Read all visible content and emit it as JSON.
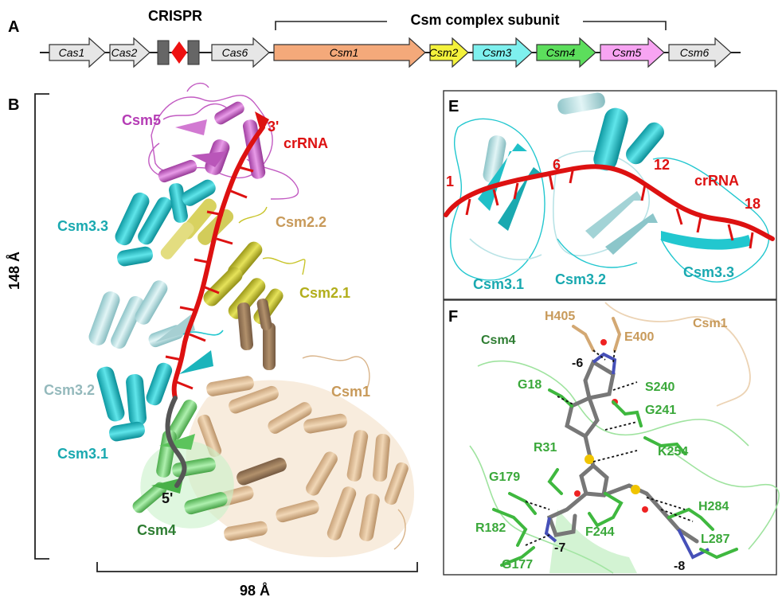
{
  "panels": {
    "a": "A",
    "b": "B",
    "e": "E",
    "f": "F"
  },
  "operon": {
    "crispr_label": "CRISPR",
    "csm_bracket_label": "Csm complex subunit",
    "genes": [
      {
        "name": "Cas1",
        "color": "#e6e6e6"
      },
      {
        "name": "Cas2",
        "color": "#e6e6e6"
      },
      {
        "name": "Cas6",
        "color": "#e6e6e6"
      },
      {
        "name": "Csm1",
        "color": "#f4a97a"
      },
      {
        "name": "Csm2",
        "color": "#f4f23c"
      },
      {
        "name": "Csm3",
        "color": "#7ef0ee"
      },
      {
        "name": "Csm4",
        "color": "#5cde5c"
      },
      {
        "name": "Csm5",
        "color": "#f7a4f2"
      },
      {
        "name": "Csm6",
        "color": "#e6e6e6"
      }
    ]
  },
  "panel_b": {
    "height_label": "148 Å",
    "width_label": "98 Å",
    "labels": {
      "csm5": "Csm5",
      "three_prime": "3'",
      "crrna": "crRNA",
      "csm33": "Csm3.3",
      "csm22": "Csm2.2",
      "csm21": "Csm2.1",
      "csm32": "Csm3.2",
      "csm1": "Csm1",
      "csm31": "Csm3.1",
      "five_prime": "5'",
      "csm4": "Csm4"
    }
  },
  "panel_e": {
    "labels": {
      "n1": "1",
      "n6": "6",
      "n12": "12",
      "n18": "18",
      "crrna": "crRNA",
      "csm31": "Csm3.1",
      "csm32": "Csm3.2",
      "csm33": "Csm3.3"
    }
  },
  "panel_f": {
    "labels": {
      "csm4": "Csm4",
      "csm1": "Csm1",
      "h405": "H405",
      "e400": "E400",
      "m6": "-6",
      "s240": "S240",
      "g18": "G18",
      "g241": "G241",
      "k254": "K254",
      "r31": "R31",
      "g179": "G179",
      "h284": "H284",
      "r182": "R182",
      "f244": "F244",
      "m7": "-7",
      "l287": "L287",
      "m8": "-8",
      "g177": "G177"
    }
  },
  "colors": {
    "csm1": "#e3bf95",
    "csm1_dark": "#a78866",
    "csm2": "#c8c428",
    "csm2_light": "#e0dc7a",
    "csm3": "#22c7cf",
    "csm3_light": "#b9e3e6",
    "csm4": "#7ad87a",
    "csm4_dark": "#2e7d32",
    "csm5": "#cc66cc",
    "crrna": "#dd1111",
    "dna": "#555555"
  }
}
